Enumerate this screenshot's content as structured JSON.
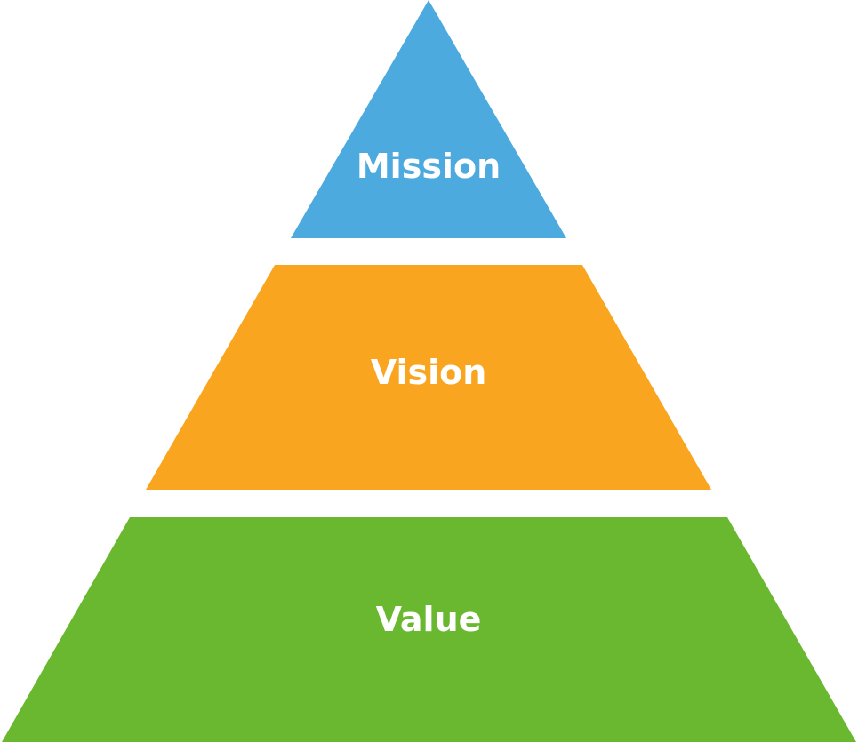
{
  "pyramid": {
    "levels": [
      {
        "label": "Mission",
        "color": "#4DAADF"
      },
      {
        "label": "Vision",
        "color": "#F9A51F"
      },
      {
        "label": "Value",
        "color": "#69B830"
      }
    ]
  }
}
